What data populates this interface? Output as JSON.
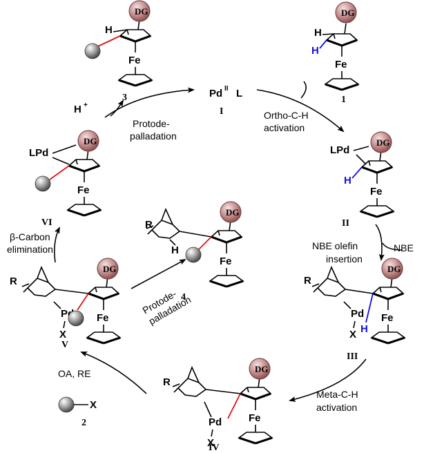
{
  "catalyst": {
    "pd": "Pd",
    "ox": "II",
    "ligand": "L",
    "label": "I"
  },
  "groups": {
    "dg": "DG",
    "fe": "Fe",
    "h": "H",
    "lpd": "LPd",
    "pd": "Pd",
    "x": "X",
    "r": "R",
    "hplus": "H",
    "plus": "+"
  },
  "compounds": {
    "c1": "1",
    "c2": "2",
    "c3": "3",
    "c4": "4",
    "cII": "II",
    "cIII": "III",
    "cIV": "IV",
    "cV": "V",
    "cVI": "VI"
  },
  "steps": {
    "ortho_1": "Ortho-C-H",
    "ortho_2": "activation",
    "nbe_1": "NBE  olefin",
    "nbe_2": "insertion",
    "nbe": "NBE",
    "meta_1": "Meta-C-H",
    "meta_2": "activation",
    "oa_re": "OA,   RE",
    "beta_1": "β-Carbon",
    "beta_2": "elimination",
    "proto_top_1": "Protode-",
    "proto_top_2": "palladation",
    "proto_mid_1": "Protode-",
    "proto_mid_2": "palladation"
  },
  "colors": {
    "dg_sphere": "#a86a6a",
    "red_bond": "#e01010",
    "blue_h": "#1010e0",
    "gray_sphere": "#8a8a8a"
  }
}
